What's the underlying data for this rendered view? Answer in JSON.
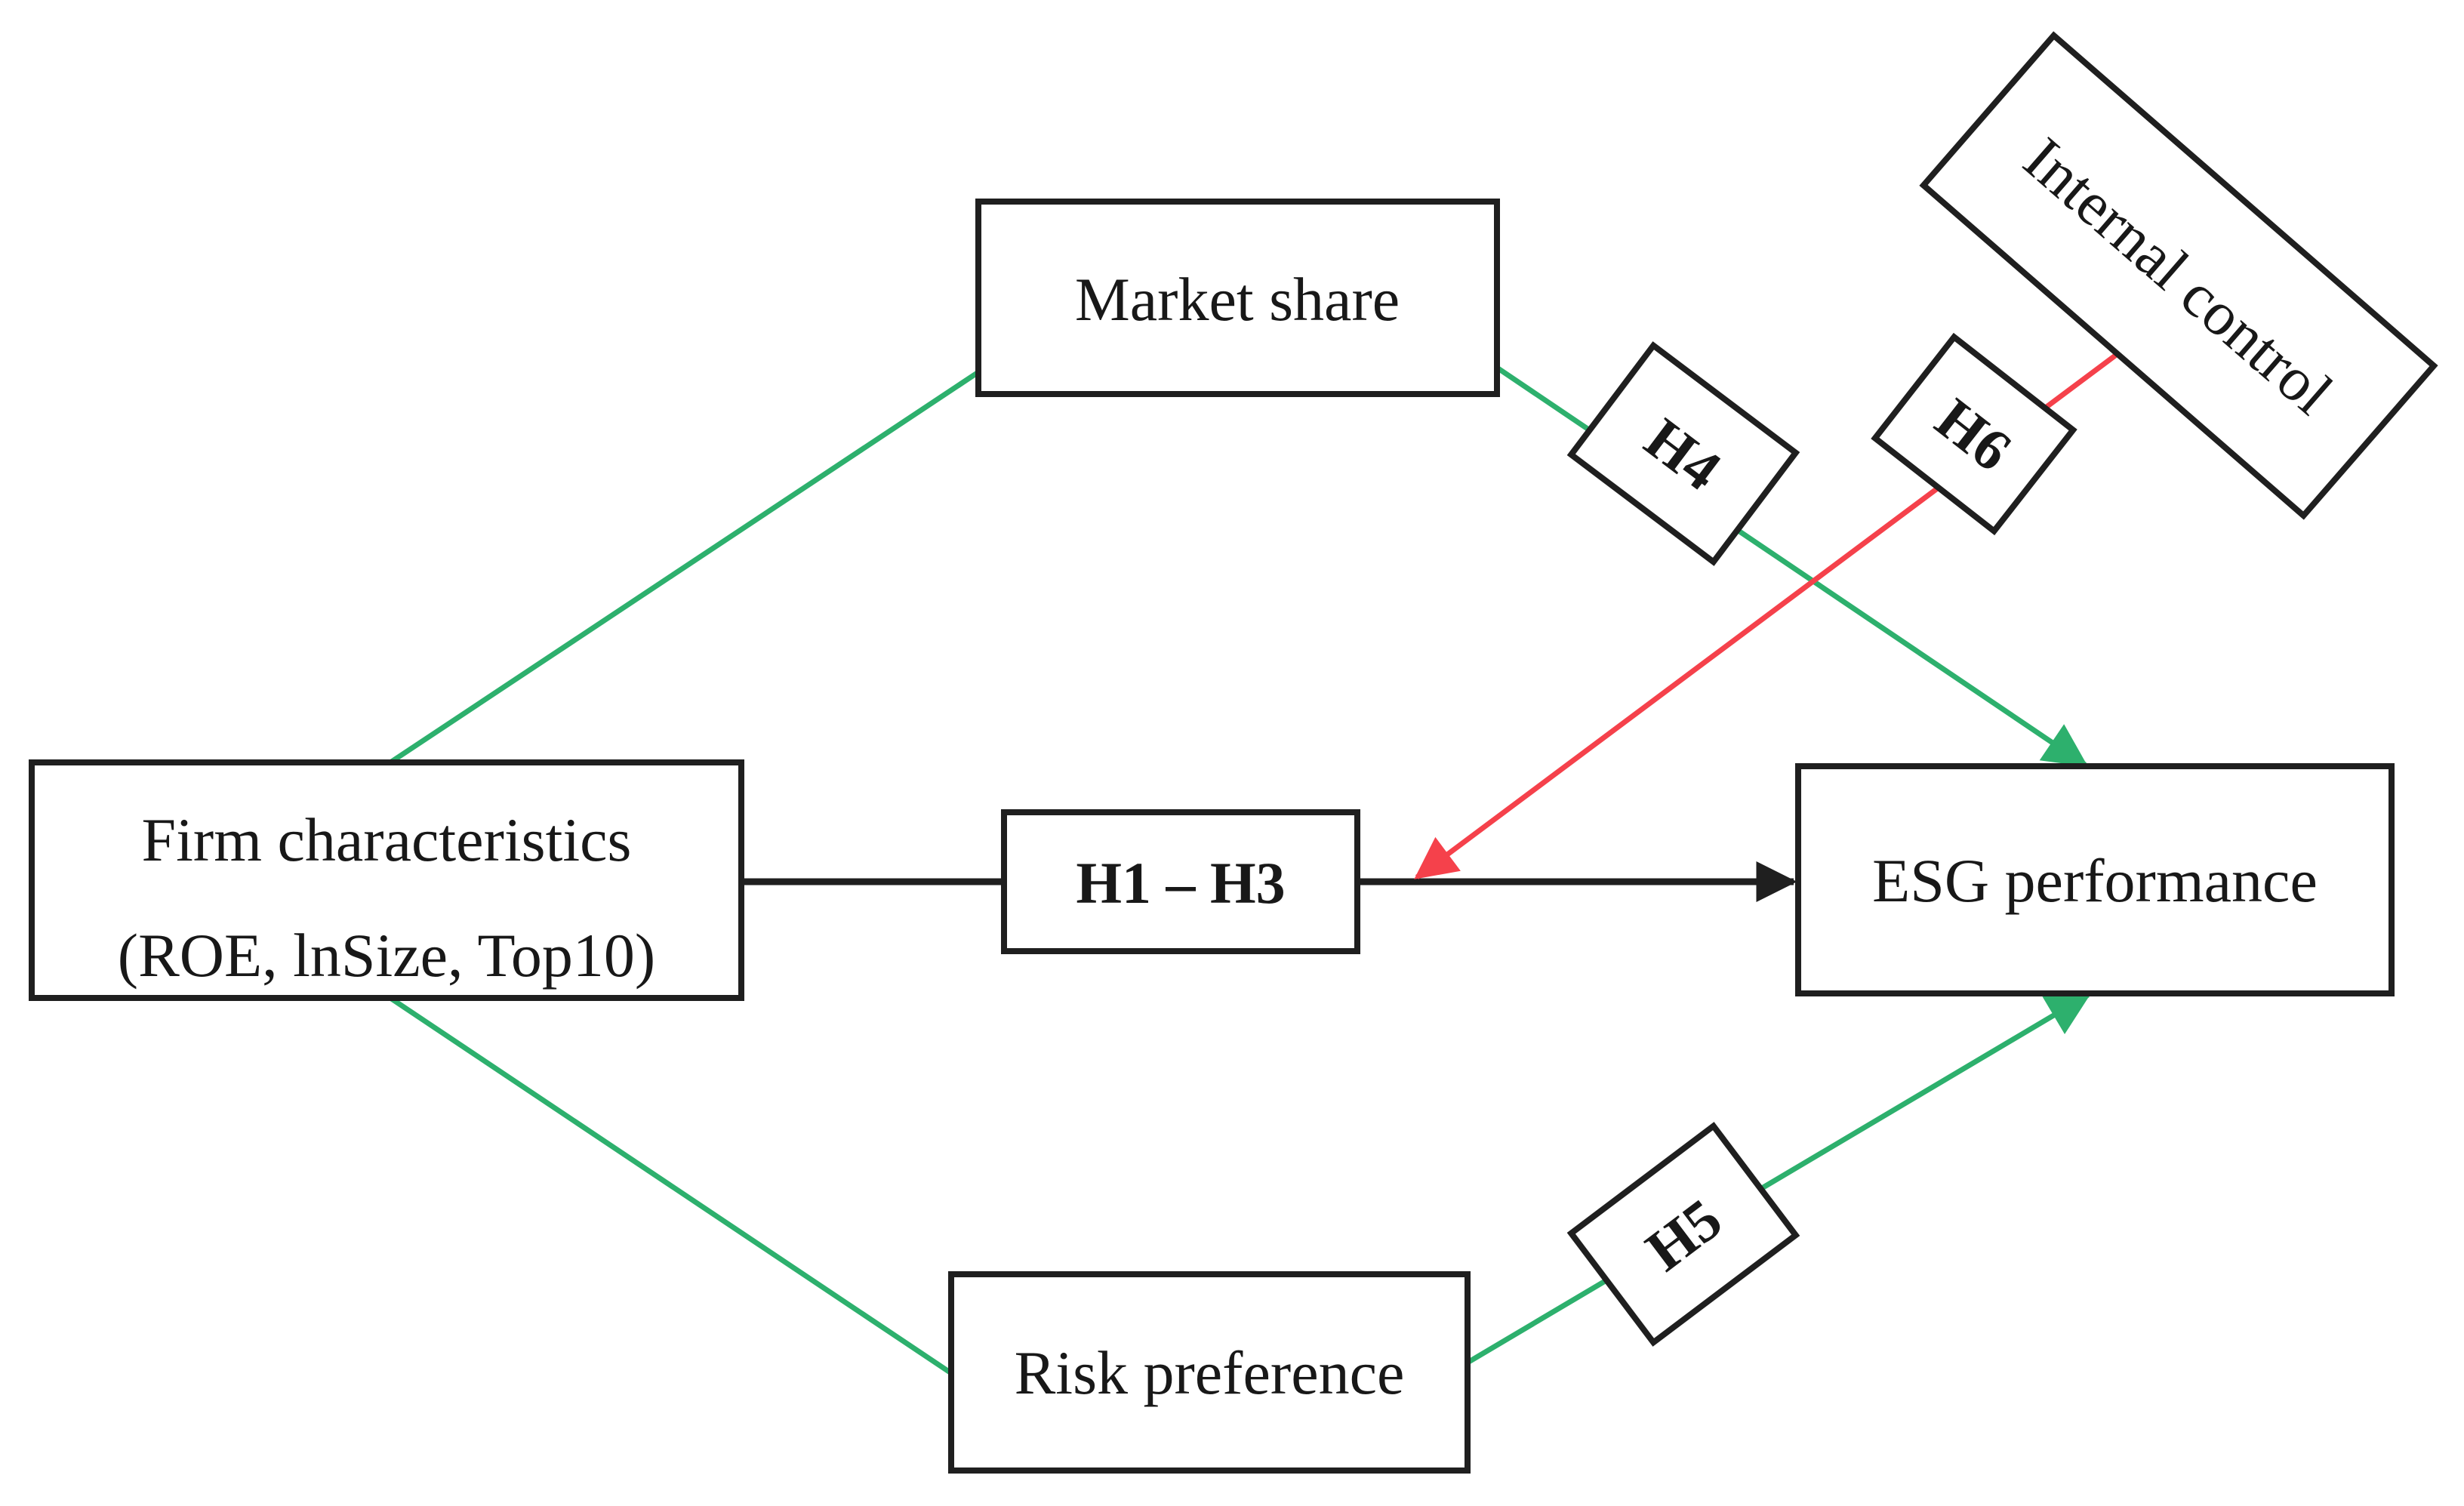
{
  "diagram": {
    "nodes": {
      "firm_characteristics": {
        "label_line1": "Firm characteristics",
        "label_line2": "(ROE, lnSize, Top10)"
      },
      "market_share": {
        "label": "Market share"
      },
      "risk_preference": {
        "label": "Risk preference"
      },
      "internal_control": {
        "label": "Internal control"
      },
      "esg_performance": {
        "label": "ESG performance"
      },
      "h1_h3": {
        "label": "H1 – H3"
      },
      "h4": {
        "label": "H4"
      },
      "h5": {
        "label": "H5"
      },
      "h6": {
        "label": "H6"
      }
    },
    "colors": {
      "green_path": "#2db06d",
      "red_path": "#f5414b",
      "black_path": "#1f1f1f",
      "box_border": "#1f1f1f",
      "text": "#181818",
      "background": "#ffffff"
    },
    "edges": [
      {
        "from": "Firm characteristics",
        "to": "Market share",
        "color": "green",
        "arrowhead": false
      },
      {
        "from": "Market share",
        "to": "ESG performance",
        "label": "H4",
        "color": "green",
        "arrowhead": true
      },
      {
        "from": "Firm characteristics",
        "to": "Risk preference",
        "color": "green",
        "arrowhead": false
      },
      {
        "from": "Risk preference",
        "to": "ESG performance",
        "label": "H5",
        "color": "green",
        "arrowhead": true
      },
      {
        "from": "Firm characteristics",
        "to": "ESG performance",
        "label": "H1 – H3",
        "color": "black",
        "arrowhead": true
      },
      {
        "from": "Internal control",
        "to": "H1 – H3 path",
        "label": "H6",
        "color": "red",
        "arrowhead": true
      }
    ]
  }
}
